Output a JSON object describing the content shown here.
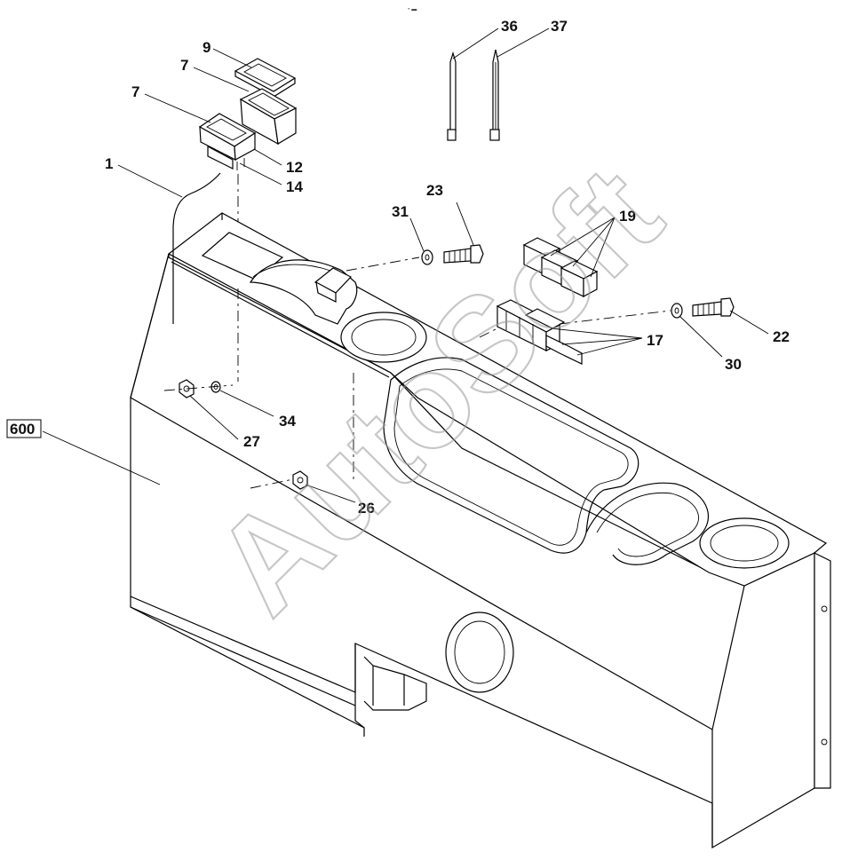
{
  "header_mark": "◔ ▬",
  "watermark": "AutoSoft",
  "callouts": {
    "c36": "36",
    "c37": "37",
    "c9": "9",
    "c7a": "7",
    "c7b": "7",
    "c12": "12",
    "c14": "14",
    "c1": "1",
    "c23": "23",
    "c31": "31",
    "c19": "19",
    "c22": "22",
    "c17": "17",
    "c30": "30",
    "c600": "600",
    "c34": "34",
    "c27": "27",
    "c26": "26"
  }
}
